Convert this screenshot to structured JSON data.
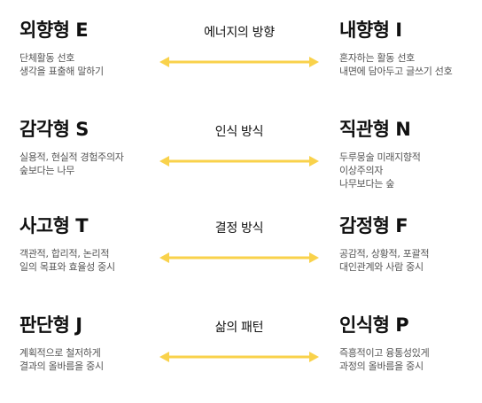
{
  "accent_color": "#f9d24b",
  "rows": [
    {
      "label": "에너지의 방향",
      "left": {
        "title": "외향형 E",
        "lines": [
          "단체활동 선호",
          "생각을 표출해 말하기"
        ]
      },
      "right": {
        "title": "내향형 I",
        "lines": [
          "혼자하는 활동 선호",
          "내면에 담아두고 글쓰기 선호"
        ]
      }
    },
    {
      "label": "인식 방식",
      "left": {
        "title": "감각형 S",
        "lines": [
          "실용적, 현실적 경험주의자",
          "숲보다는 나무"
        ]
      },
      "right": {
        "title": "직관형 N",
        "lines": [
          "두루뭉술 미래지향적",
          "이상주의자",
          "나무보다는 숲"
        ]
      }
    },
    {
      "label": "결정 방식",
      "left": {
        "title": "사고형 T",
        "lines": [
          "객관적, 합리적, 논리적",
          "일의 목표와 효율성 중시"
        ]
      },
      "right": {
        "title": "감정형 F",
        "lines": [
          "공감적, 상황적, 포괄적",
          "대인관계와 사람 중시"
        ]
      }
    },
    {
      "label": "삶의 패턴",
      "left": {
        "title": "판단형 J",
        "lines": [
          "계획적으로 철저하게",
          "결과의 올바름을 중시"
        ]
      },
      "right": {
        "title": "인식형 P",
        "lines": [
          "즉흥적이고 융통성있게",
          "과정의 올바름을 중시"
        ]
      }
    }
  ]
}
